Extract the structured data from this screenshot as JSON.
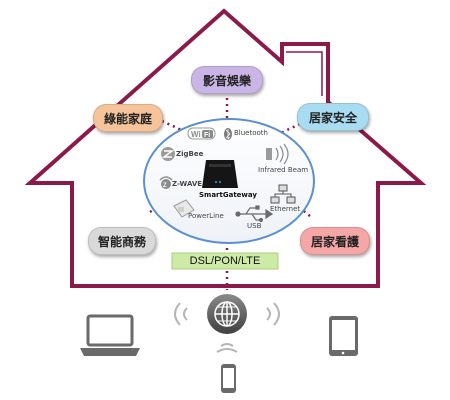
{
  "categories": {
    "entertainment": "影音娛樂",
    "green_home": "綠能家庭",
    "home_security": "居家安全",
    "smart_business": "智能商務",
    "home_care": "居家看護"
  },
  "center": {
    "wifi": "WiFi",
    "bluetooth": "Bluetooth",
    "zigbee": "ZigBee",
    "zwave": "Z-WAVE",
    "infrared": "Infrared Beam",
    "gateway": "SmartGateway",
    "ethernet": "Ethernet",
    "powerline": "PowerLine",
    "usb": "USB"
  },
  "uplink": "DSL/PON/LTE",
  "colors": {
    "house": "#8b1a4a",
    "dots": "#8b1a4a",
    "entertainment": "#c9b6e6",
    "green_home": "#f6c49a",
    "home_security": "#a9dcf2",
    "smart_business": "#d9d9d9",
    "home_care": "#f5a6a6",
    "uplink_bar": "#cdeaa6"
  }
}
